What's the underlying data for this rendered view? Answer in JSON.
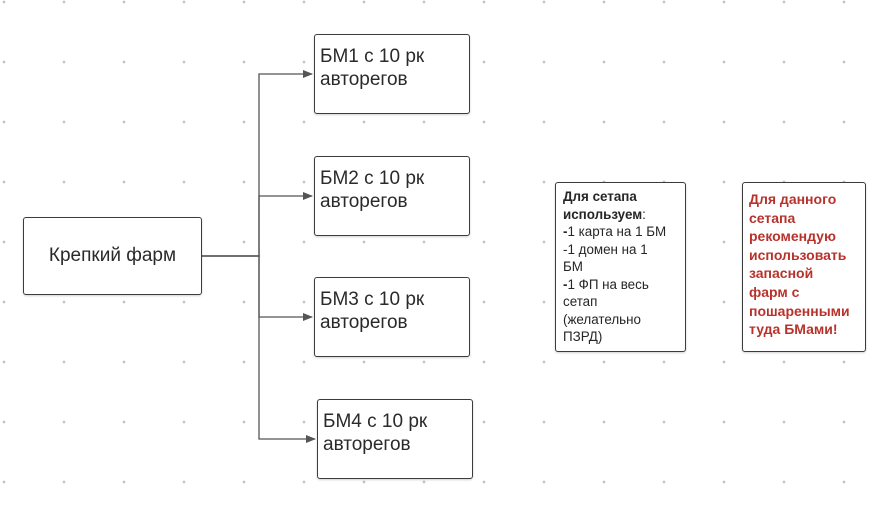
{
  "diagram": {
    "root": {
      "label": "Крепкий фарм"
    },
    "branches": [
      {
        "line1": "БМ1 с 10 рк",
        "line2": "авторегов"
      },
      {
        "line1": "БМ2 с 10 рк",
        "line2": "авторегов"
      },
      {
        "line1": "БМ3 с 10 рк",
        "line2": "авторегов"
      },
      {
        "line1": "БМ4 с 10 рк",
        "line2": "авторегов"
      }
    ],
    "setup_note": {
      "title_line1": "Для сетапа",
      "title_line2_bold": "используем",
      "title_line2_rest": ":",
      "item1_bold": "-",
      "item1_text": "1 карта на 1 БМ",
      "item2_line1": "-1 домен на 1",
      "item2_line2": "БМ",
      "item3_bold": "-",
      "item3_text": "1 ФП на весь",
      "item3_line2": "сетап",
      "item3_line3": "(желательно",
      "item3_line4": "ПЗРД)"
    },
    "recommendation_note": {
      "lines": [
        "Для данного",
        "сетапа",
        "рекомендую",
        "использовать",
        "запасной",
        "фарм с",
        "пошаренными",
        "туда БМами!"
      ]
    },
    "colors": {
      "connector": "#555555",
      "recommendation_text": "#b8322c",
      "grid_dot": "#c4c4c4"
    }
  }
}
